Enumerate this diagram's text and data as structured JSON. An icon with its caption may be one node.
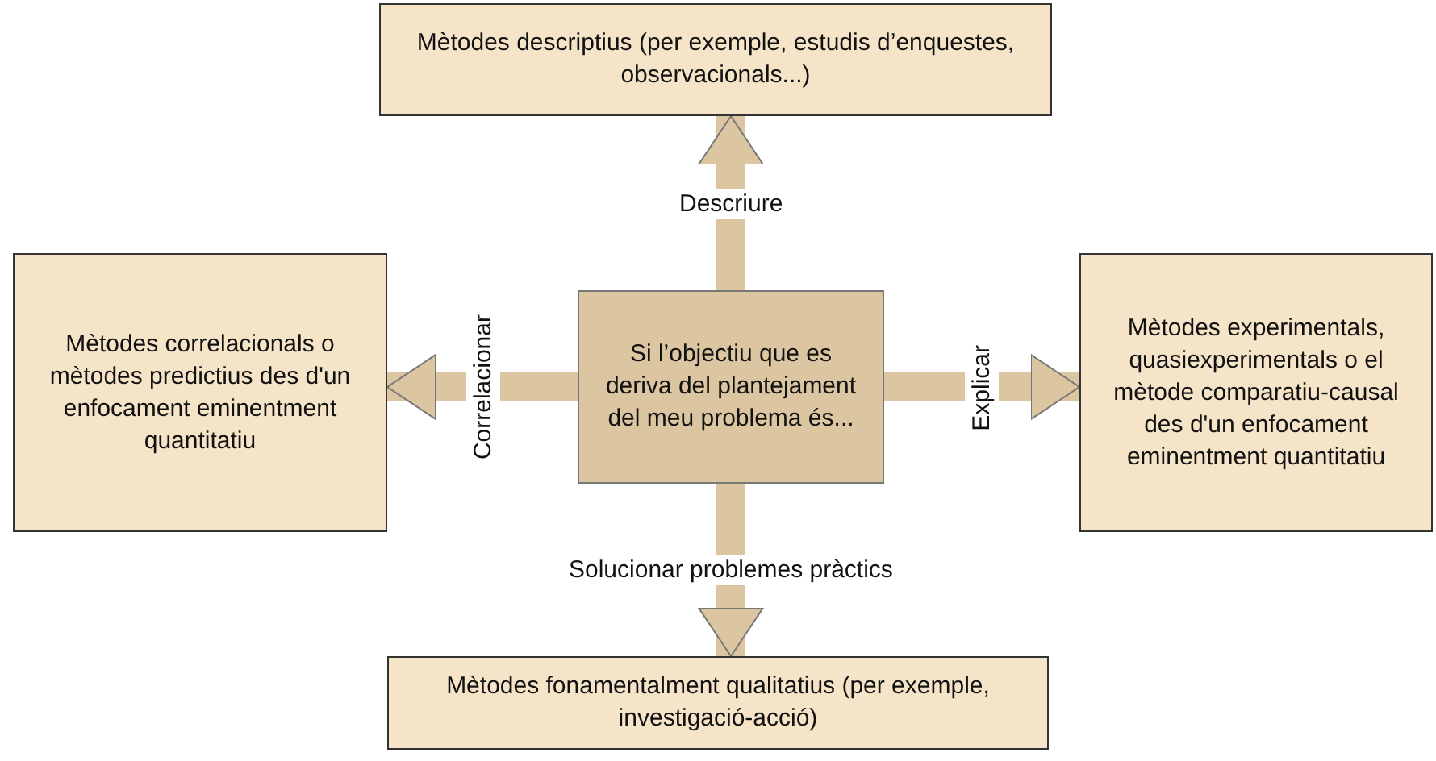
{
  "diagram": {
    "nodes": [
      {
        "text": [
          "Mètodes descriptius (per exemple, estudis d’enquestes, observacionals...)"
        ]
      },
      {
        "text": [
          "Mètodes correlacionals o mètodes predictius des d'un enfocament eminentment quantitatiu"
        ]
      },
      {
        "text": [
          "Si l’objectiu que es deriva del plantejament del meu problema és..."
        ]
      },
      {
        "text": [
          "Mètodes experimentals, quasiexperimentals o el mètode comparatiu-causal des d'un enfocament eminentment quantitatiu"
        ]
      },
      {
        "text": [
          "Mètodes fonamentalment qualitatius (per exemple, investigació-acció)"
        ]
      }
    ],
    "edges": [
      {
        "from": 2,
        "to": 0,
        "arrow": "to",
        "label": "Descriure"
      },
      {
        "from": 2,
        "to": 1,
        "arrow": "to",
        "label": "Correlacionar"
      },
      {
        "from": 2,
        "to": 3,
        "arrow": "to",
        "label": "Explicar"
      },
      {
        "from": 2,
        "to": 4,
        "arrow": "to",
        "label": "Solucionar problemes pràctics"
      }
    ]
  }
}
